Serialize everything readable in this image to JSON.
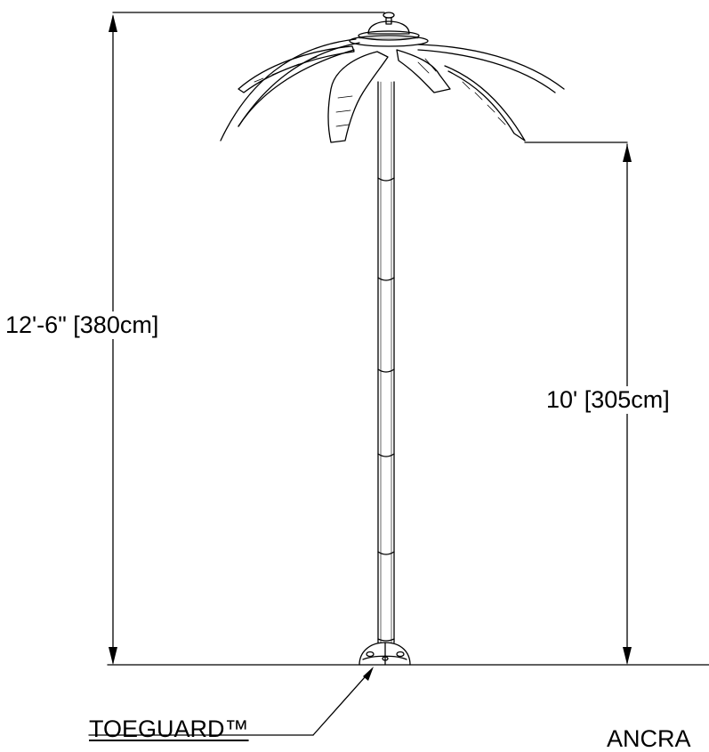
{
  "dimensions": {
    "overall_height": "12'-6\" [380cm]",
    "canopy_clearance": "10' [305cm]"
  },
  "callouts": {
    "toeguard": "TOEGUARD™",
    "anchor": "ANCRA"
  },
  "colors": {
    "line": "#000000",
    "background": "#ffffff"
  }
}
